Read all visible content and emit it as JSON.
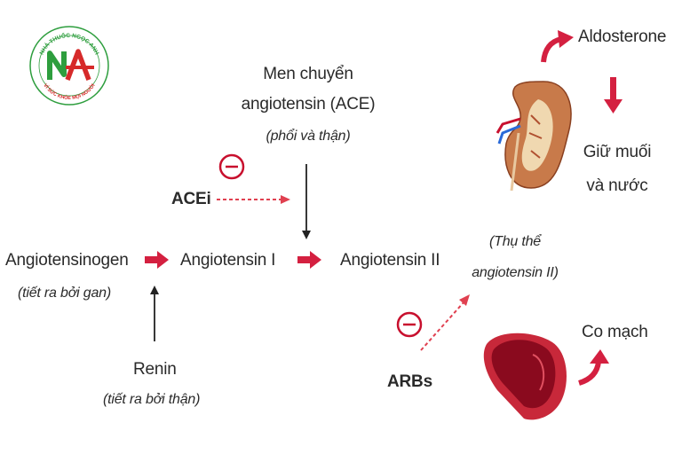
{
  "logo": {
    "top_text": "NHÀ THUỐC NGỌC ANH",
    "bottom_text": "VÌ SỨC KHỎE MỌI NGƯỜI",
    "mark": "NA",
    "colors": {
      "green": "#2e9e3e",
      "red": "#d62a2a"
    }
  },
  "nodes": {
    "angiotensinogen": {
      "label": "Angiotensinogen",
      "note": "(tiết ra bởi gan)"
    },
    "angiotensin1": {
      "label": "Angiotensin I"
    },
    "angiotensin2": {
      "label": "Angiotensin II"
    },
    "ace": {
      "line1": "Men chuyển",
      "line2": "angiotensin (ACE)",
      "note": "(phổi và thận)"
    },
    "renin": {
      "label": "Renin",
      "note": "(tiết ra bởi thận)"
    },
    "acei": {
      "label": "ACEi"
    },
    "arbs": {
      "label": "ARBs"
    },
    "receptor": {
      "line1": "(Thụ thể",
      "line2": "angiotensin II)"
    },
    "aldosterone": {
      "label": "Aldosterone"
    },
    "salt": {
      "line1": "Giữ muối",
      "line2": "và nước"
    },
    "vasoconstriction": {
      "label": "Co mạch"
    }
  },
  "colors": {
    "arrow_red": "#d42040",
    "inhibit_red": "#c8102e",
    "text": "#2a2a2a"
  },
  "icons": [
    "minus-circle-icon",
    "kidney-icon",
    "blood-vessel-icon"
  ]
}
